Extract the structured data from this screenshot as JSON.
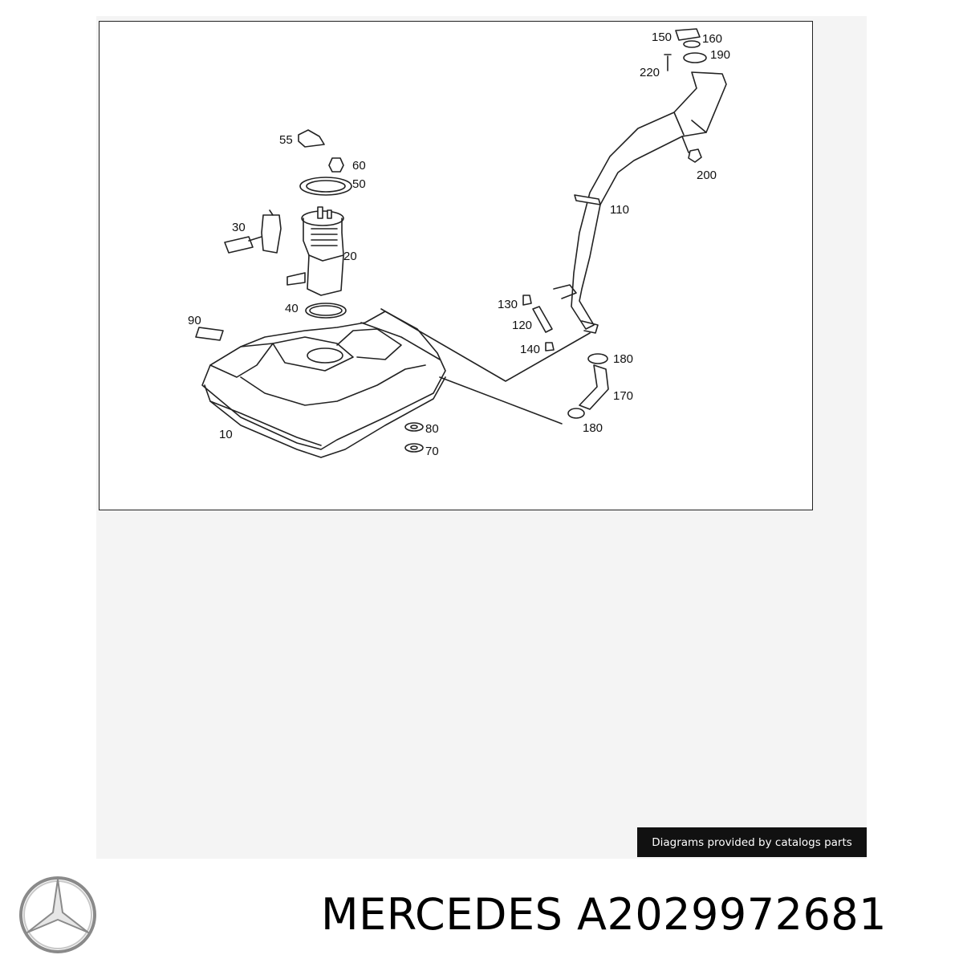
{
  "diagram": {
    "callouts": [
      "150",
      "160",
      "190",
      "220",
      "200",
      "110",
      "55",
      "60",
      "50",
      "30",
      "20",
      "40",
      "90",
      "130",
      "120",
      "140",
      "180",
      "170",
      "180",
      "10",
      "80",
      "70"
    ]
  },
  "credit_text": "Diagrams provided by catalogs parts",
  "brand": "MERCEDES",
  "part_number": "A2029972681",
  "logo_icon": "mercedes-star-icon"
}
